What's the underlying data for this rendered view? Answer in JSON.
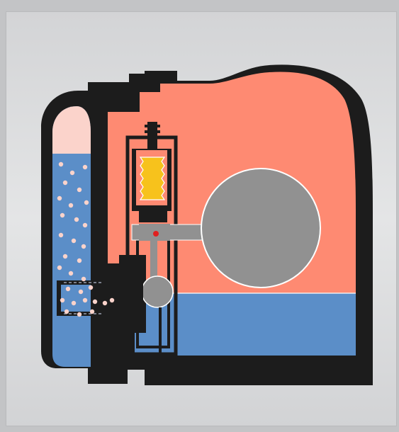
{
  "colors": {
    "frame_bg": "#c3c4c6",
    "panel_bg": "#dfe0e1",
    "body": "#1c1c1c",
    "steam": "#fe8a72",
    "condensate": "#5b8ec8",
    "bubble": "#fbd3cb",
    "float": "#919191",
    "bellows": "#f7c21c",
    "pivot_dot": "#e02020"
  },
  "components": [
    "trap-body",
    "steam-space",
    "condensate-chamber",
    "ball-float",
    "thermostatic-air-vent",
    "float-lever",
    "main-valve",
    "strainer-screen",
    "inlet-chamber"
  ]
}
